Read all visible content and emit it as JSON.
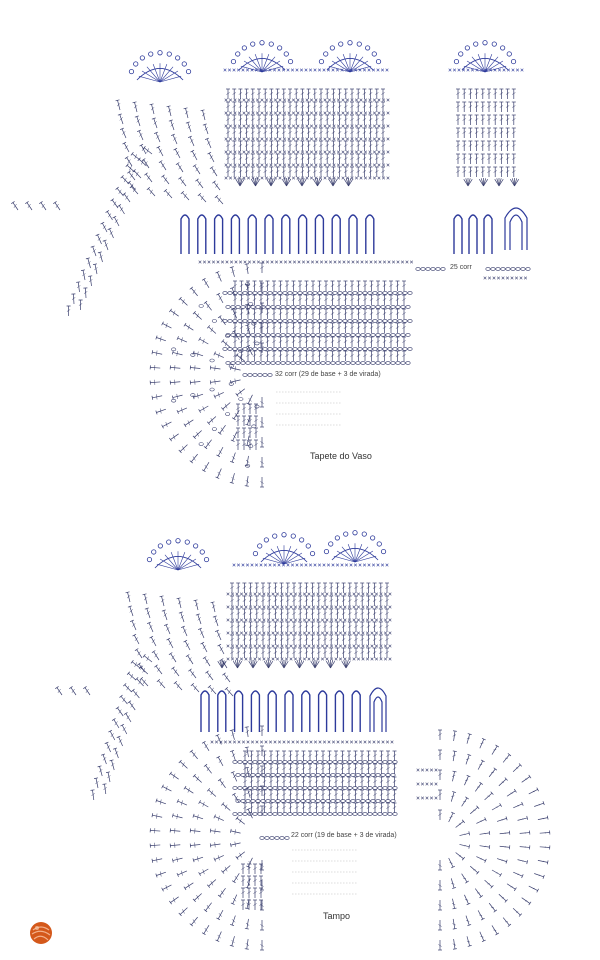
{
  "diagram1": {
    "note_25": "25 corr",
    "note_32": "32 corr (29 de base + 3 de virada)",
    "title": "Tapete do Vaso"
  },
  "diagram2": {
    "note_22": "22 corr (19 de base + 3 de virada)",
    "title": "Tampo"
  },
  "colors": {
    "stitch_dark": "#3a3f6e",
    "stitch_blue": "#2d3a9b",
    "ring": "#4a4e7a",
    "logo": "#d4581a"
  },
  "icons": {
    "logo": "yarn-ball-icon"
  }
}
